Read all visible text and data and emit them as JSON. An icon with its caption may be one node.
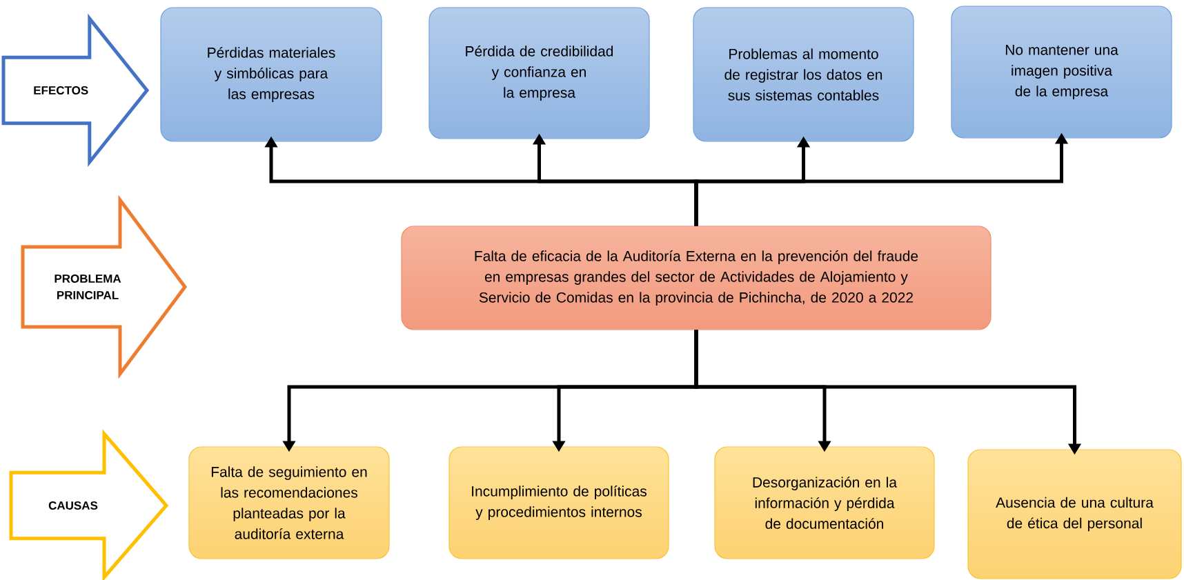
{
  "diagram": {
    "nodes": [
      {
        "text": [
          "EFECTOS"
        ]
      },
      {
        "text": [
          "Pérdidas materiales y simbólicas para las empresas"
        ]
      },
      {
        "text": [
          "Pérdida de credibilidad y confianza en la empresa"
        ]
      },
      {
        "text": [
          "Problemas al momento de registrar los datos en sus sistemas contables"
        ]
      },
      {
        "text": [
          "No mantener una imagen positiva de la empresa"
        ]
      },
      {
        "text": [
          "PROBLEMA PRINCIPAL"
        ]
      },
      {
        "text": [
          "Falta de eficacia de la Auditoría Externa en la prevención del fraude en empresas grandes del sector de Actividades de Alojamiento y Servicio de Comidas en la provincia de Pichincha, de 2020 a 2022"
        ]
      },
      {
        "text": [
          "CAUSAS"
        ]
      },
      {
        "text": [
          "Falta de seguimiento en las recomendaciones planteadas por la auditoría externa"
        ]
      },
      {
        "text": [
          "Incumplimiento de políticas y procedimientos internos"
        ]
      },
      {
        "text": [
          "Desorganización en la información y pérdida de documentación"
        ]
      },
      {
        "text": [
          "Ausencia de una cultura de ética del personal"
        ]
      }
    ],
    "edges": [
      {
        "from": 6,
        "to": 1,
        "arrow": "to"
      },
      {
        "from": 6,
        "to": 2,
        "arrow": "to"
      },
      {
        "from": 6,
        "to": 3,
        "arrow": "to"
      },
      {
        "from": 6,
        "to": 4,
        "arrow": "to"
      },
      {
        "from": 6,
        "to": 8,
        "arrow": "to"
      },
      {
        "from": 6,
        "to": 9,
        "arrow": "to"
      },
      {
        "from": 6,
        "to": 10,
        "arrow": "to"
      },
      {
        "from": 6,
        "to": 11,
        "arrow": "to"
      }
    ]
  }
}
